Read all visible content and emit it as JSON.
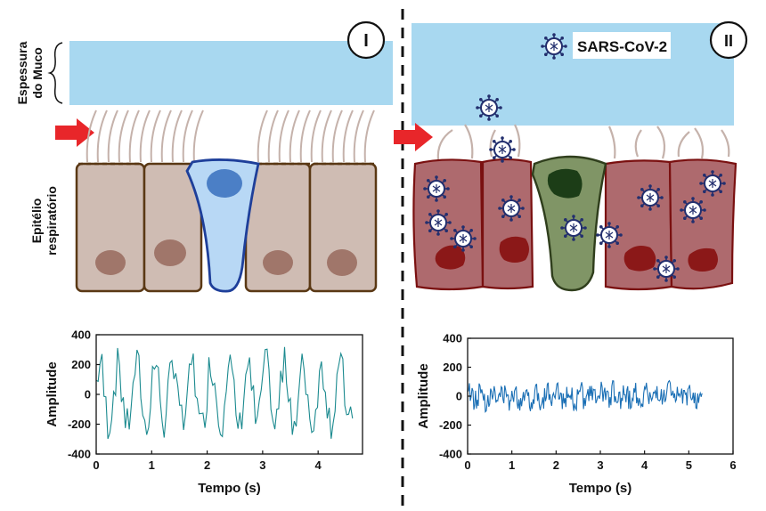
{
  "panel_I": {
    "badge": "I",
    "side_label_mucus": [
      "Espessura",
      "do Muco"
    ],
    "side_label_epithelium": [
      "Epitélio",
      "respiratório"
    ]
  },
  "panel_II": {
    "badge": "II",
    "virus_legend": "SARS-CoV-2"
  },
  "colors": {
    "mucus": "#a8d8f0",
    "healthy_cell": "#cfbcb3",
    "healthy_nucleus": "#a0766a",
    "goblet_cell": "#b8d8f5",
    "goblet_nucleus": "#4b7fc6",
    "infected_cell": "#ae6a6e",
    "infected_nucleus": "#8b1818",
    "infected_goblet": "#809566",
    "infected_goblet_nucleus": "#1c3d17",
    "arrow": "#e8262a",
    "signal_I": "#1b8a8f",
    "signal_II": "#1a6fb5",
    "virus": "#232f6e"
  },
  "chart_data": [
    {
      "type": "line",
      "panel": "I",
      "xlabel": "Tempo (s)",
      "ylabel": "Amplitude",
      "xlim": [
        0,
        4.8
      ],
      "ylim": [
        -400,
        400
      ],
      "xticks": [
        "0",
        "1",
        "2",
        "3",
        "4"
      ],
      "yticks": [
        "400",
        "200",
        "0",
        "-200",
        "-400"
      ],
      "signal": {
        "duration": 4.65,
        "dt": 0.035,
        "freq": 3.0,
        "amplitude": 210,
        "noise": 110
      }
    },
    {
      "type": "line",
      "panel": "II",
      "xlabel": "Tempo (s)",
      "ylabel": "Amplitude",
      "xlim": [
        0,
        6
      ],
      "ylim": [
        -400,
        400
      ],
      "xticks": [
        "0",
        "1",
        "2",
        "3",
        "4",
        "5",
        "6"
      ],
      "yticks": [
        "400",
        "200",
        "0",
        "-200",
        "-400"
      ],
      "signal": {
        "duration": 5.3,
        "dt": 0.02,
        "freq": 4.0,
        "amplitude": 35,
        "noise": 75
      }
    }
  ]
}
